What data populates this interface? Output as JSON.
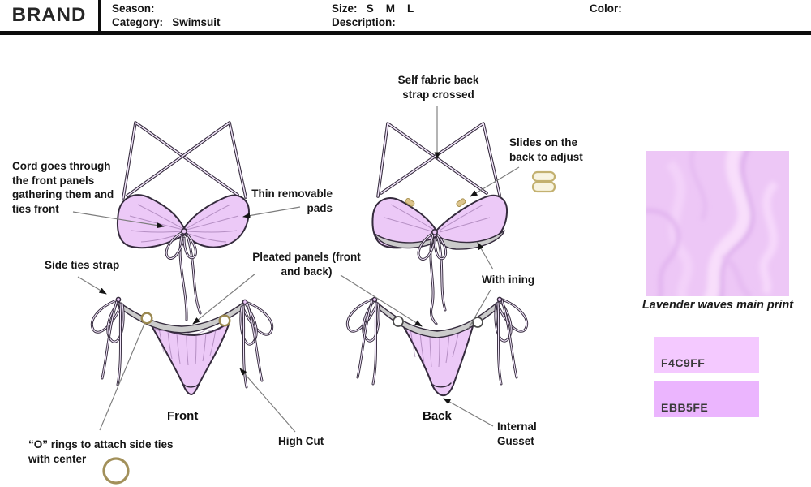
{
  "header": {
    "brand": "BRAND",
    "season": "Season:",
    "category": "Category:   Swimsuit",
    "size": "Size:   S    M    L",
    "description": "Description:",
    "color": "Color:"
  },
  "annotations": {
    "cord": "Cord goes through\nthe front panels\ngathering them and\nties front",
    "side_ties": "Side ties strap",
    "pads": "Thin removable\npads",
    "pleated": "Pleated panels (front\nand back)",
    "self_fabric": "Self fabric back\nstrap crossed",
    "slides": "Slides on the\nback to adjust",
    "lining": "With ining",
    "high_cut": "High Cut",
    "internal_gusset": "Internal\nGusset",
    "o_rings": "“O” rings to attach side ties\nwith center"
  },
  "views": {
    "front": "Front",
    "back": "Back"
  },
  "swatches": {
    "print_caption": "Lavender waves main print",
    "print_base_hex": "#EDC7F6",
    "colors": [
      {
        "code": "F4C9FF",
        "hex": "#F4C9FF"
      },
      {
        "code": "EBB5FE",
        "hex": "#EBB5FE"
      }
    ]
  },
  "palette": {
    "garment_fill": "#ECC9F7",
    "garment_outline": "#352B3D",
    "lining_gray": "#CBCBCB",
    "hardware_gold": "#A2905A",
    "leader_line": "#7D7D7D",
    "header_rule": "#0D0D0D"
  },
  "hardware": {
    "slider_icon": "strap-slider",
    "o_ring_icon": "o-ring"
  }
}
